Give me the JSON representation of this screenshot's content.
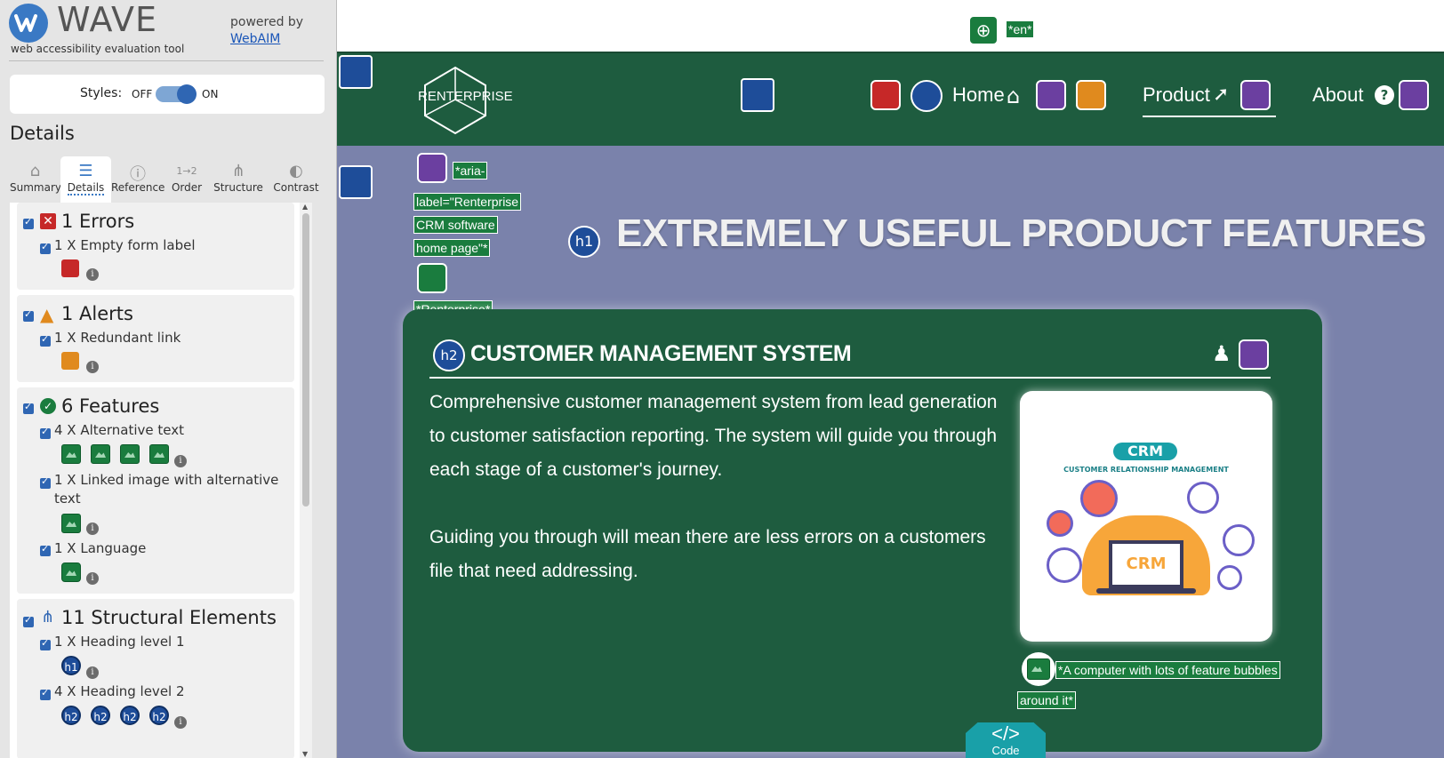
{
  "wave": {
    "logo_text": "WAVE",
    "logo_subtitle": "web accessibility evaluation tool",
    "powered_by": "powered by",
    "webaim_link": "WebAIM",
    "styles_label": "Styles:",
    "styles_off": "OFF",
    "styles_on": "ON",
    "details_heading": "Details",
    "tabs": [
      {
        "label": "Summary",
        "icon": "home-icon"
      },
      {
        "label": "Details",
        "icon": "list-icon"
      },
      {
        "label": "Reference",
        "icon": "info-icon"
      },
      {
        "label": "Order",
        "icon": "order-icon"
      },
      {
        "label": "Structure",
        "icon": "structure-icon"
      },
      {
        "label": "Contrast",
        "icon": "contrast-icon"
      }
    ],
    "categories": {
      "errors": {
        "title": "1 Errors",
        "items": [
          "1 X Empty form label"
        ]
      },
      "alerts": {
        "title": "1 Alerts",
        "items": [
          "1 X Redundant link"
        ]
      },
      "features": {
        "title": "6 Features",
        "items": [
          "4 X Alternative text",
          "1 X Linked image with alternative text",
          "1 X Language"
        ]
      },
      "structure": {
        "title": "11 Structural Elements",
        "items": [
          "1 X Heading level 1",
          "4 X Heading level 2"
        ]
      }
    },
    "heading_badges": {
      "h1": "h1",
      "h2": "h2"
    }
  },
  "page": {
    "lang_label": "*en*",
    "brand": "RENTERPRISE",
    "nav": {
      "home": "Home",
      "product": "Product",
      "about": "About"
    },
    "aria_label_lines": [
      "*aria-",
      "label=\"Renterprise",
      "CRM software",
      "home page\"*"
    ],
    "logo_alt": "*Renterprise*",
    "hero_heading": "EXTREMELY USEFUL PRODUCT FEATURES",
    "feature": {
      "title": "CUSTOMER MANAGEMENT SYSTEM",
      "paragraph1": "Comprehensive customer management system from lead generation to customer satisfaction reporting. The system will guide you through each stage of a customer's journey.",
      "paragraph2": "Guiding you through will mean there are less errors on a customers file that need addressing.",
      "image_title": "CRM",
      "image_subtitle": "CUSTOMER RELATIONSHIP MANAGEMENT",
      "image_laptop": "CRM",
      "image_alt_line1": "*A computer with lots of feature bubbles",
      "image_alt_line2": "around it*"
    },
    "code_tab": "Code",
    "code_tab_icon": "</>"
  }
}
